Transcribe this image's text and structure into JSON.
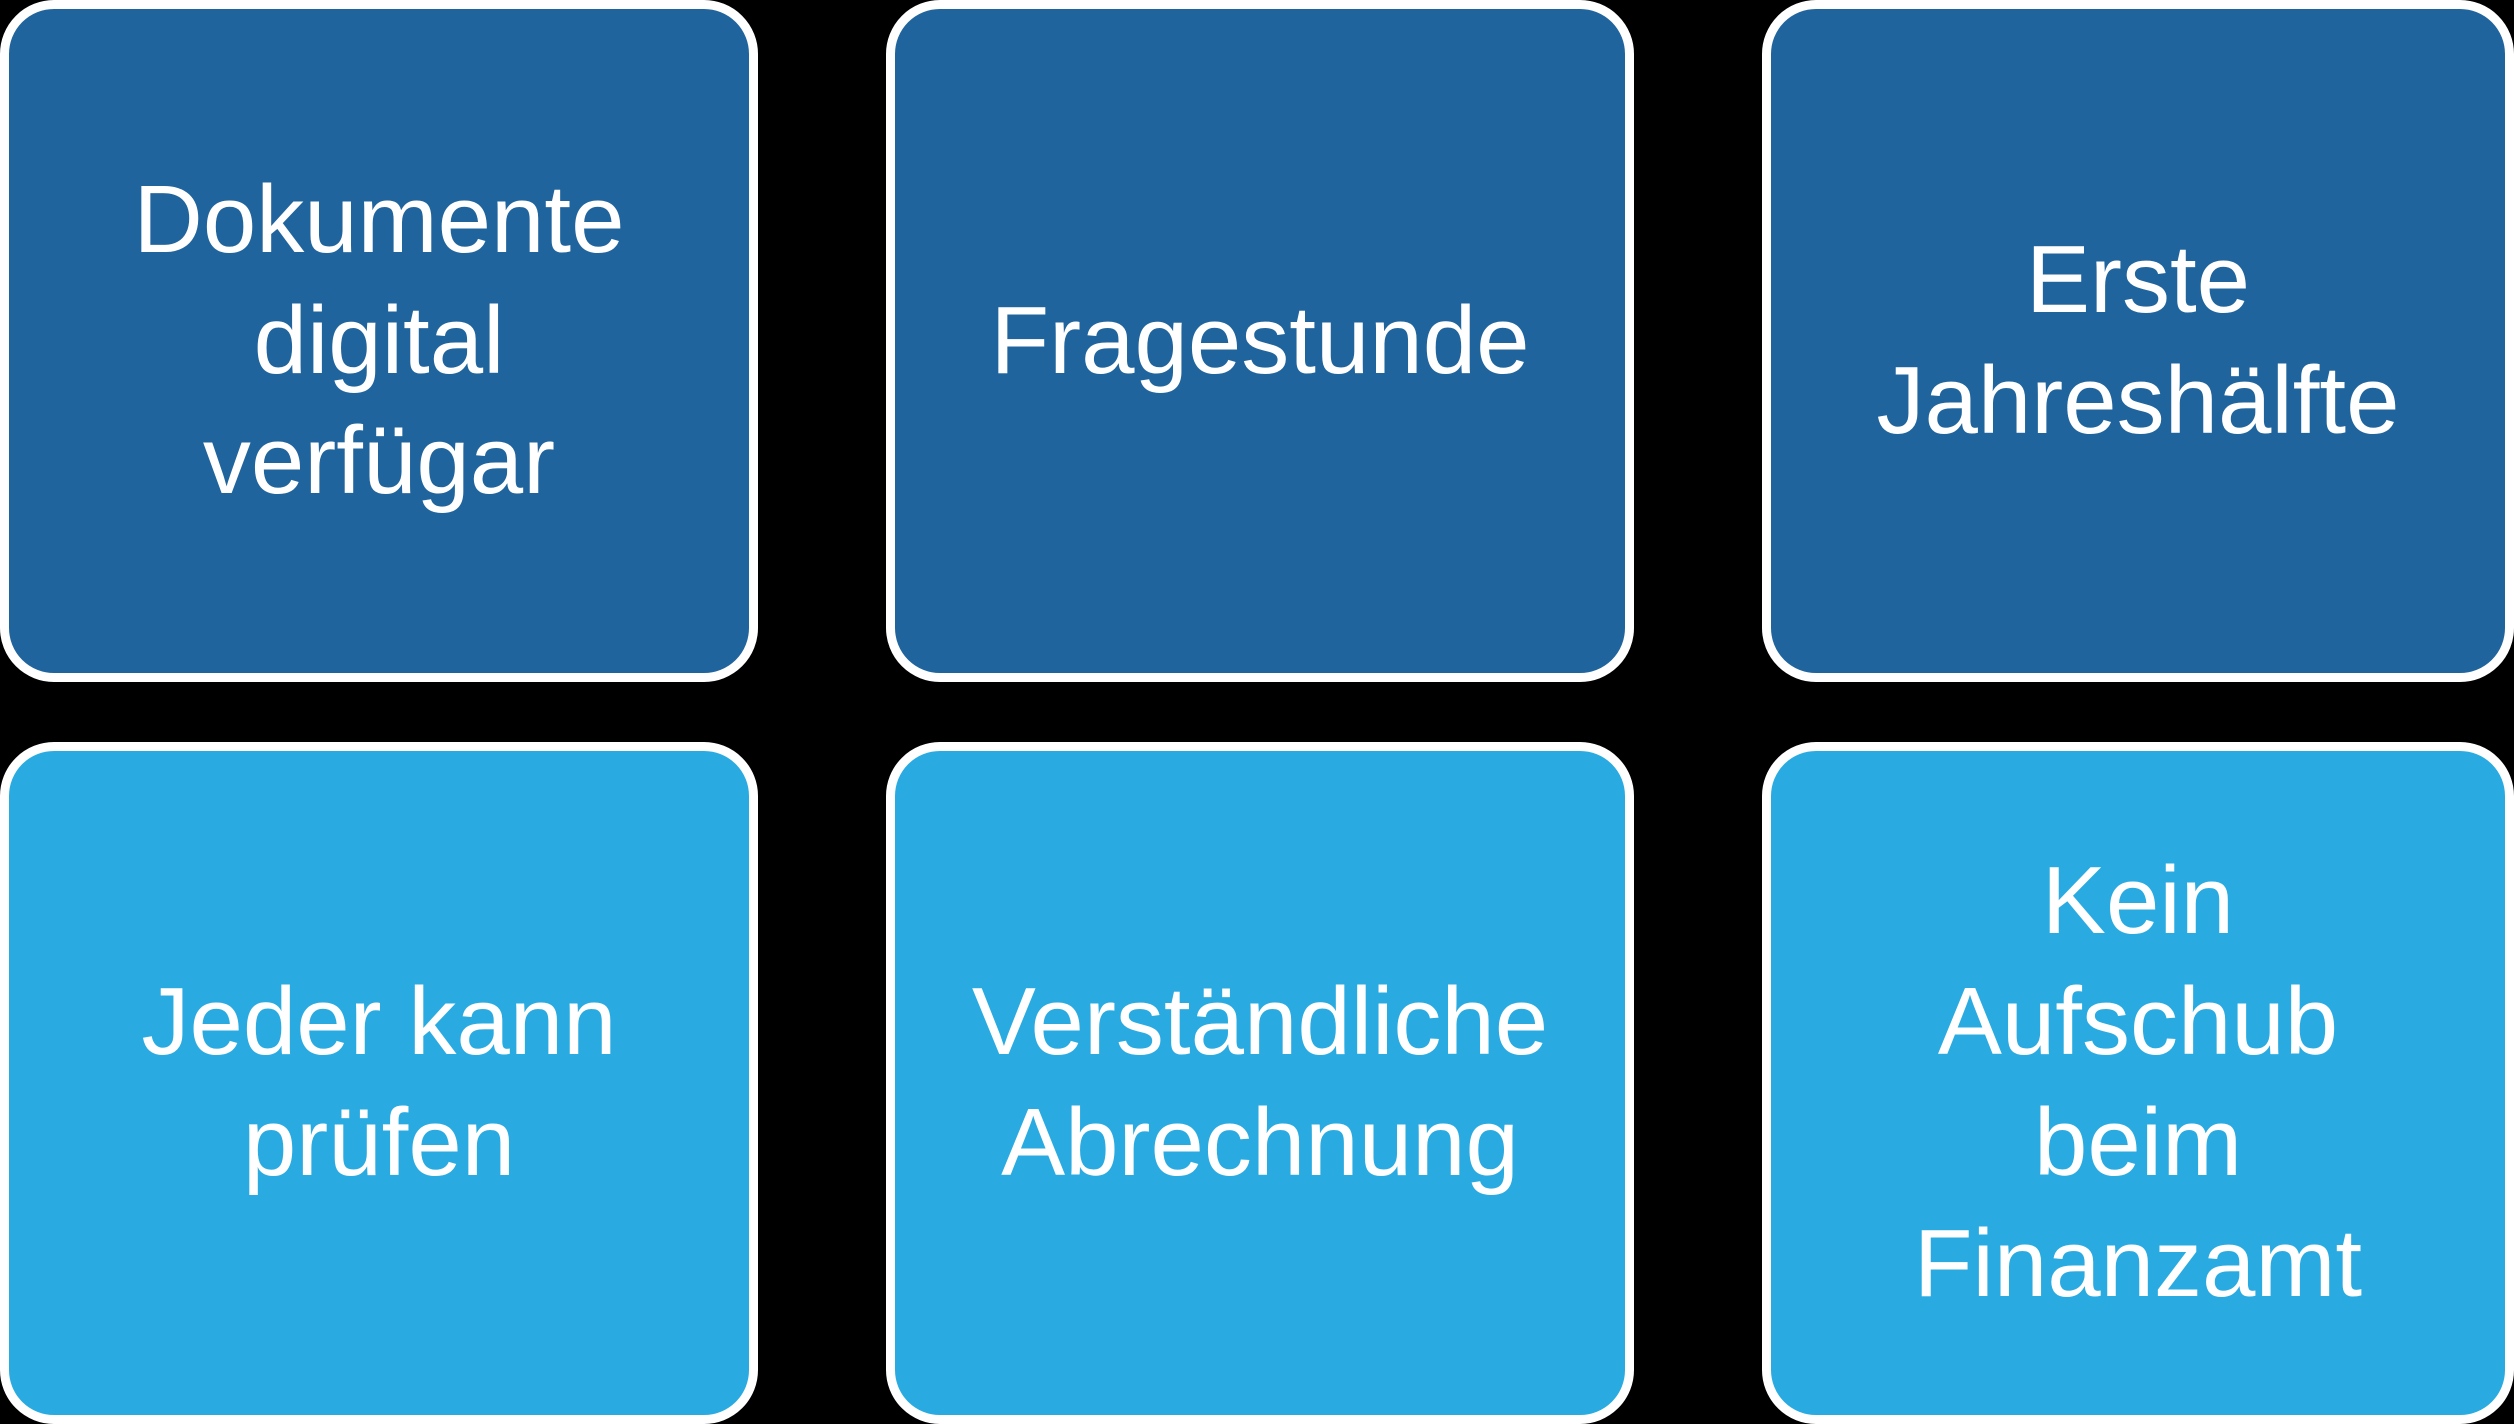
{
  "canvas": {
    "background": "#000000"
  },
  "palette": {
    "row1_fill": "#20649D",
    "row2_fill": "#29ABE2",
    "outline": "#FFFFFF",
    "text_color": "#FFFFFF"
  },
  "boxes": [
    {
      "id": "dokumente-digital-verfuegar",
      "text": "Dokumente\ndigital\nverfügar",
      "fill": "#20649D"
    },
    {
      "id": "fragestunde",
      "text": "Fragestunde",
      "fill": "#20649D"
    },
    {
      "id": "erste-jahreshaelfte",
      "text": "Erste\nJahreshälfte",
      "fill": "#20649D"
    },
    {
      "id": "jeder-kann-pruefen",
      "text": "Jeder kann\nprüfen",
      "fill": "#29ABE2"
    },
    {
      "id": "verstaendliche-abrechnung",
      "text": "Verständliche\nAbrechnung",
      "fill": "#29ABE2"
    },
    {
      "id": "kein-aufschub-beim-finanzamt",
      "text": "Kein\nAufschub\nbeim\nFinanzamt",
      "fill": "#29ABE2"
    }
  ]
}
